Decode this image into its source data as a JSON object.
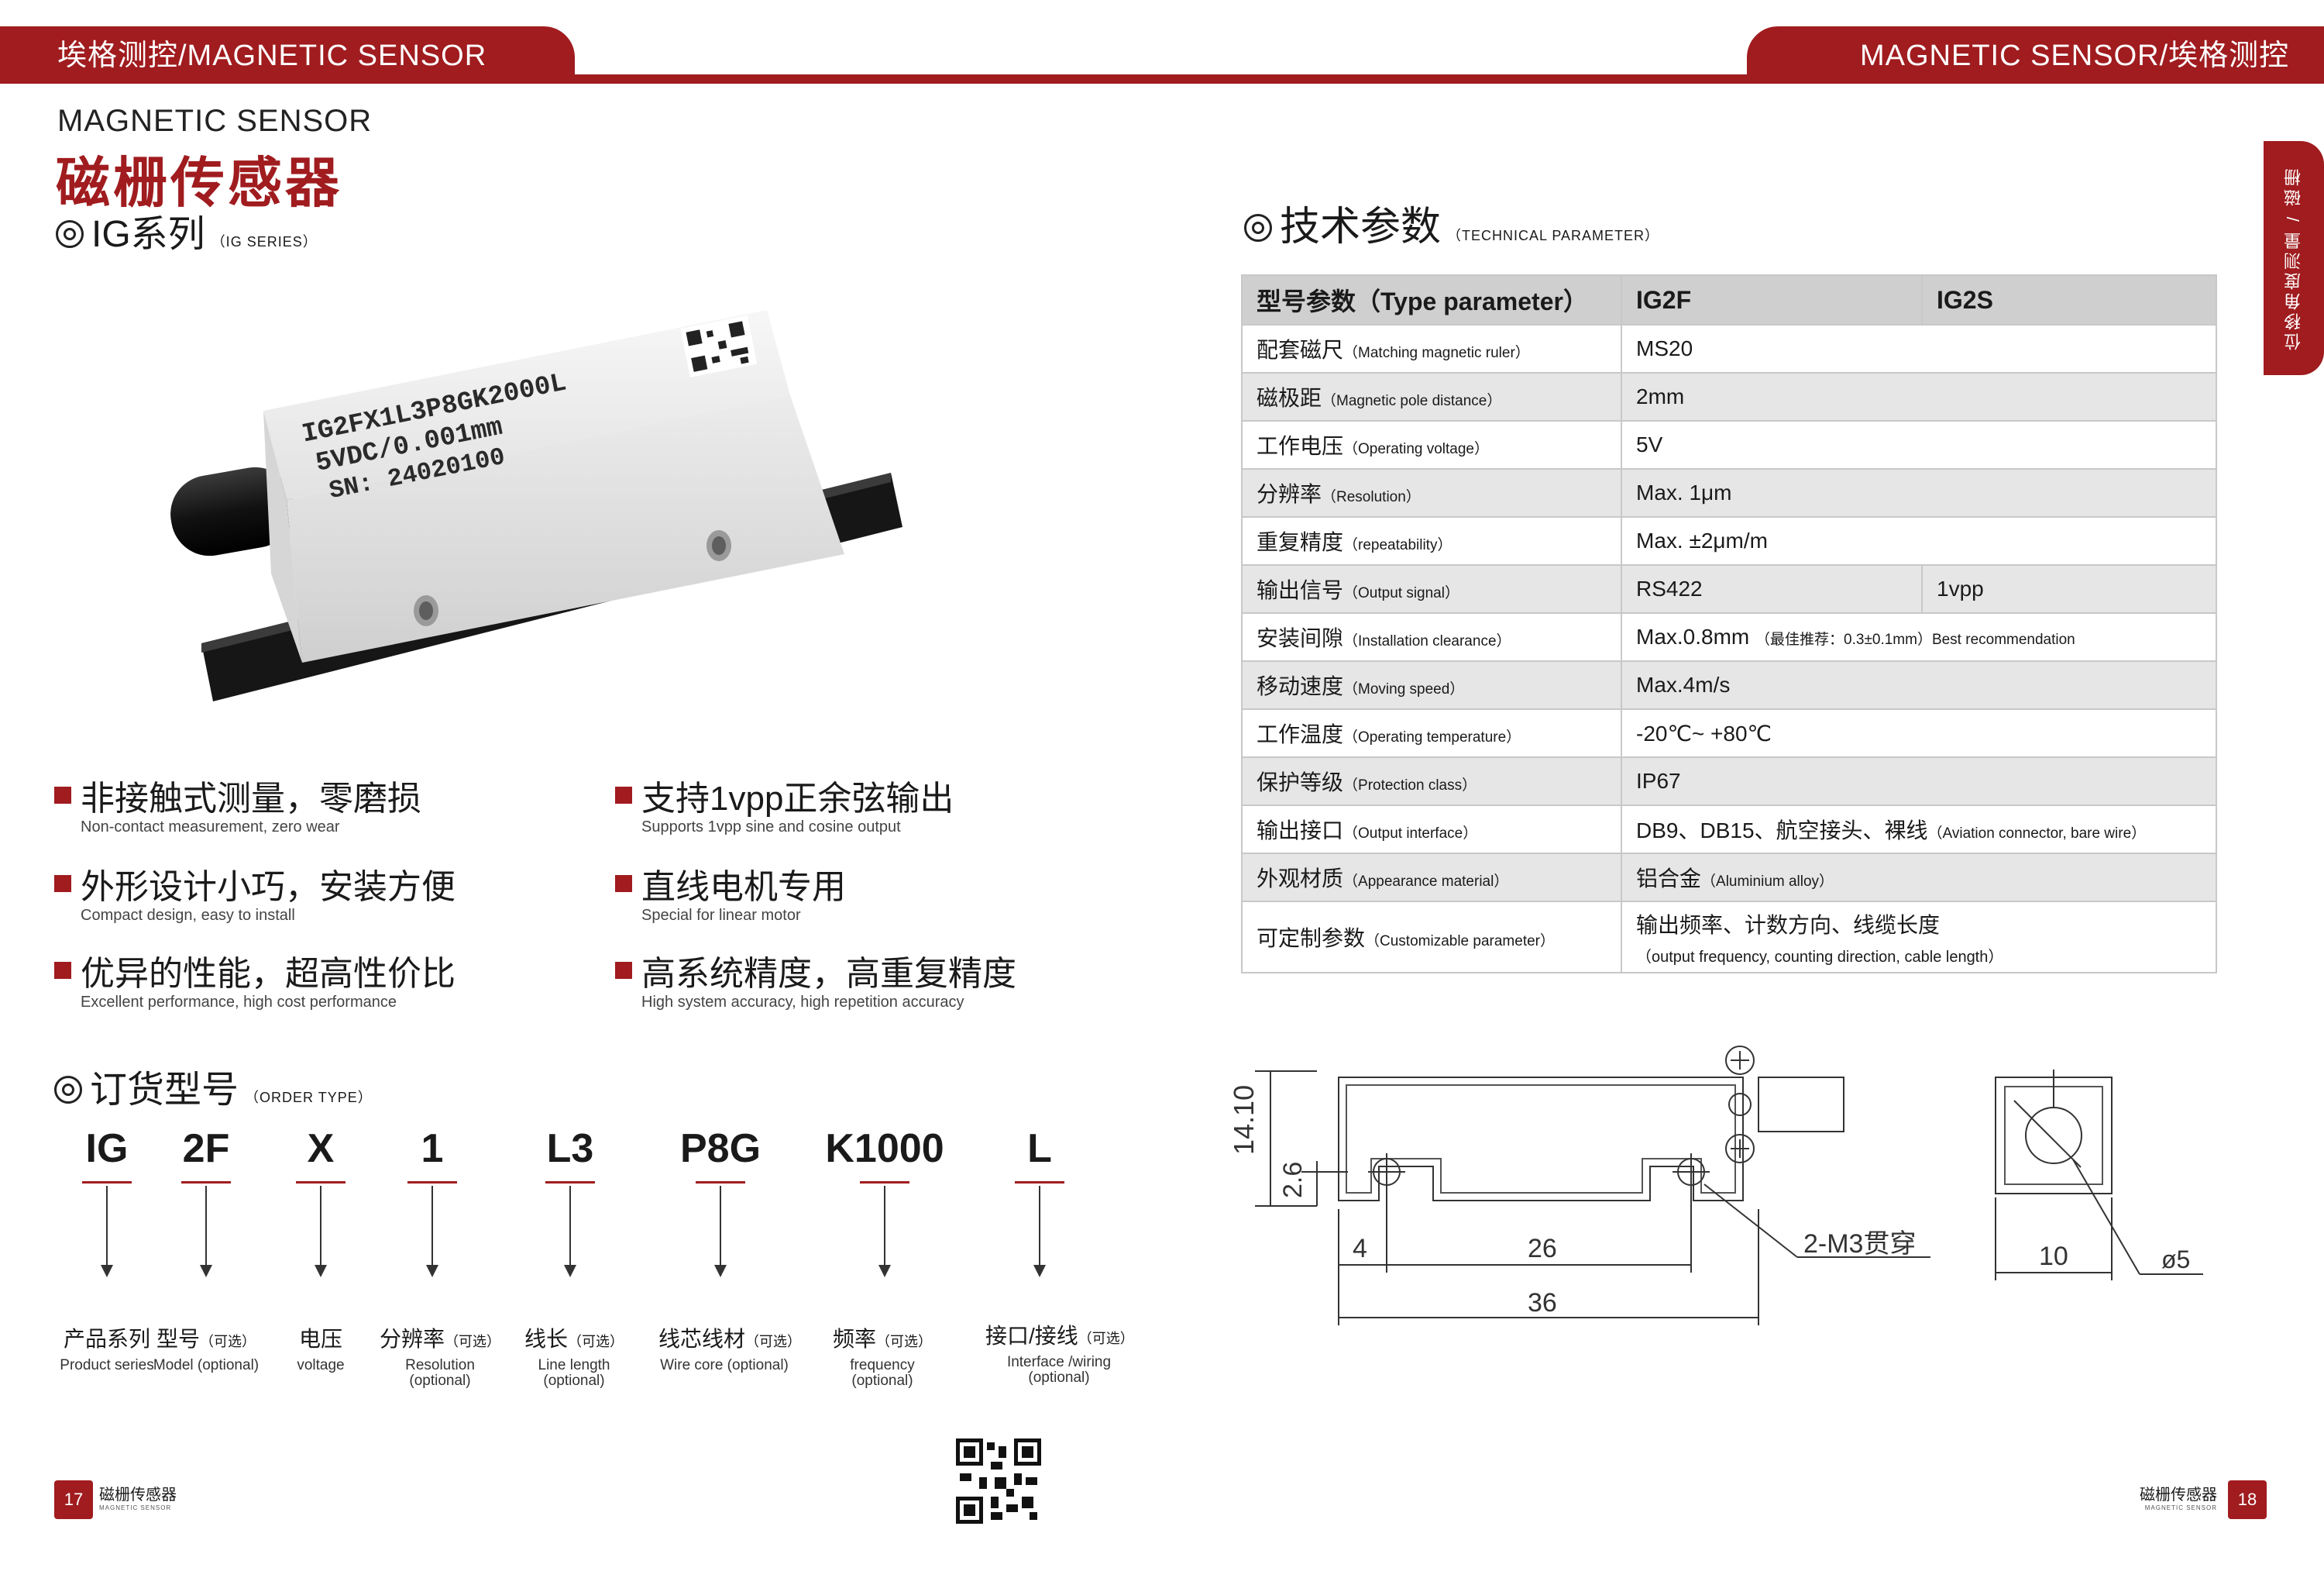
{
  "header": {
    "left_tab": "埃格测控/MAGNETIC SENSOR",
    "right_tab": "MAGNETIC SENSOR/埃格测控",
    "side_tab": "位移角度测量 / 磁栅"
  },
  "title": {
    "kicker": "MAGNETIC SENSOR",
    "main": "磁栅传感器"
  },
  "series": {
    "label": "IG系列",
    "sub": "（IG SERIES）"
  },
  "product_label": {
    "line1": "IG2FX1L3P8GK2000L",
    "line2": "5VDC/0.001mm",
    "line3": "SN: 24020100"
  },
  "features": [
    {
      "cn": "非接触式测量，零磨损",
      "en": "Non-contact measurement, zero wear"
    },
    {
      "cn": "支持1vpp正余弦输出",
      "en": "Supports 1vpp sine and cosine output"
    },
    {
      "cn": "外形设计小巧，安装方便",
      "en": "Compact design, easy to install"
    },
    {
      "cn": "直线电机专用",
      "en": "Special for linear motor"
    },
    {
      "cn": "优异的性能，超高性价比",
      "en": "Excellent performance, high cost performance"
    },
    {
      "cn": "高系统精度，高重复精度",
      "en": "High system accuracy, high repetition accuracy"
    }
  ],
  "order": {
    "title": "订货型号",
    "sub": "（ORDER TYPE）",
    "codes": [
      "IG",
      "2F",
      "X",
      "1",
      "L3",
      "P8G",
      "K1000",
      "L"
    ],
    "labels": [
      {
        "cn": "产品系列",
        "opt": "",
        "en": "Product series"
      },
      {
        "cn": "型号",
        "opt": "（可选）",
        "en": "Model (optional)"
      },
      {
        "cn": "电压",
        "opt": "",
        "en": "voltage"
      },
      {
        "cn": "分辨率",
        "opt": "（可选）",
        "en": "Resolution (optional)"
      },
      {
        "cn": "线长",
        "opt": "（可选）",
        "en": "Line length (optional)"
      },
      {
        "cn": "线芯线材",
        "opt": "（可选）",
        "en": "Wire core (optional)"
      },
      {
        "cn": "频率",
        "opt": "（可选）",
        "en": "frequency (optional)"
      },
      {
        "cn": "接口/接线",
        "opt": "（可选）",
        "en": "Interface /wiring (optional)"
      }
    ]
  },
  "tech": {
    "title": "技术参数",
    "sub": "（TECHNICAL PARAMETER）",
    "header": [
      "型号参数（Type parameter）",
      "IG2F",
      "IG2S"
    ],
    "rows": [
      {
        "cn": "配套磁尺",
        "en": "（Matching magnetic ruler）",
        "v1": "MS20",
        "v2": "",
        "note": ""
      },
      {
        "cn": "磁极距",
        "en": "（Magnetic pole distance）",
        "v1": "2mm",
        "v2": "",
        "note": ""
      },
      {
        "cn": "工作电压",
        "en": "（Operating voltage）",
        "v1": "5V",
        "v2": "",
        "note": ""
      },
      {
        "cn": "分辨率",
        "en": "（Resolution）",
        "v1": "Max. 1μm",
        "v2": "",
        "note": ""
      },
      {
        "cn": "重复精度",
        "en": "（repeatability）",
        "v1": "Max. ±2μm/m",
        "v2": "",
        "note": ""
      },
      {
        "cn": "输出信号",
        "en": "（Output signal）",
        "v1": "RS422",
        "v2": "1vpp",
        "note": ""
      },
      {
        "cn": "安装间隙",
        "en": "（Installation clearance）",
        "v1": "Max.0.8mm",
        "v2": "",
        "note": "（最佳推荐：0.3±0.1mm）Best recommendation"
      },
      {
        "cn": "移动速度",
        "en": "（Moving speed）",
        "v1": "Max.4m/s",
        "v2": "",
        "note": ""
      },
      {
        "cn": "工作温度",
        "en": "（Operating temperature）",
        "v1": "-20℃~ +80℃",
        "v2": "",
        "note": ""
      },
      {
        "cn": "保护等级",
        "en": "（Protection class）",
        "v1": "IP67",
        "v2": "",
        "note": ""
      },
      {
        "cn": "输出接口",
        "en": "（Output interface）",
        "v1": "DB9、DB15、航空接头、裸线",
        "v2": "",
        "note": "（Aviation connector, bare wire）"
      },
      {
        "cn": "外观材质",
        "en": "（Appearance material）",
        "v1": "铝合金",
        "v2": "",
        "note": "（Aluminium alloy）"
      }
    ],
    "last_row": {
      "cn": "可定制参数",
      "en": "（Customizable parameter）",
      "v1": "输出频率、计数方向、线缆长度",
      "note": "（output frequency, counting direction, cable length）"
    }
  },
  "drawing": {
    "dim_height": "14.10",
    "dim_hole": "2.6",
    "dim_4": "4",
    "dim_26": "26",
    "dim_36": "36",
    "hole_note": "2-M3贯穿",
    "dim_10": "10",
    "dim_dia": "ø5"
  },
  "footer": {
    "left_page": "17",
    "right_page": "18",
    "left_cn": "磁栅传感器",
    "left_en": "MAGNETIC SENSOR",
    "right_cn": "磁栅传感器",
    "right_en": "MAGNETIC SENSOR"
  },
  "colors": {
    "accent": "#a01c1f",
    "table_header": "#cfcfcf",
    "table_alt": "#e6e6e6"
  }
}
